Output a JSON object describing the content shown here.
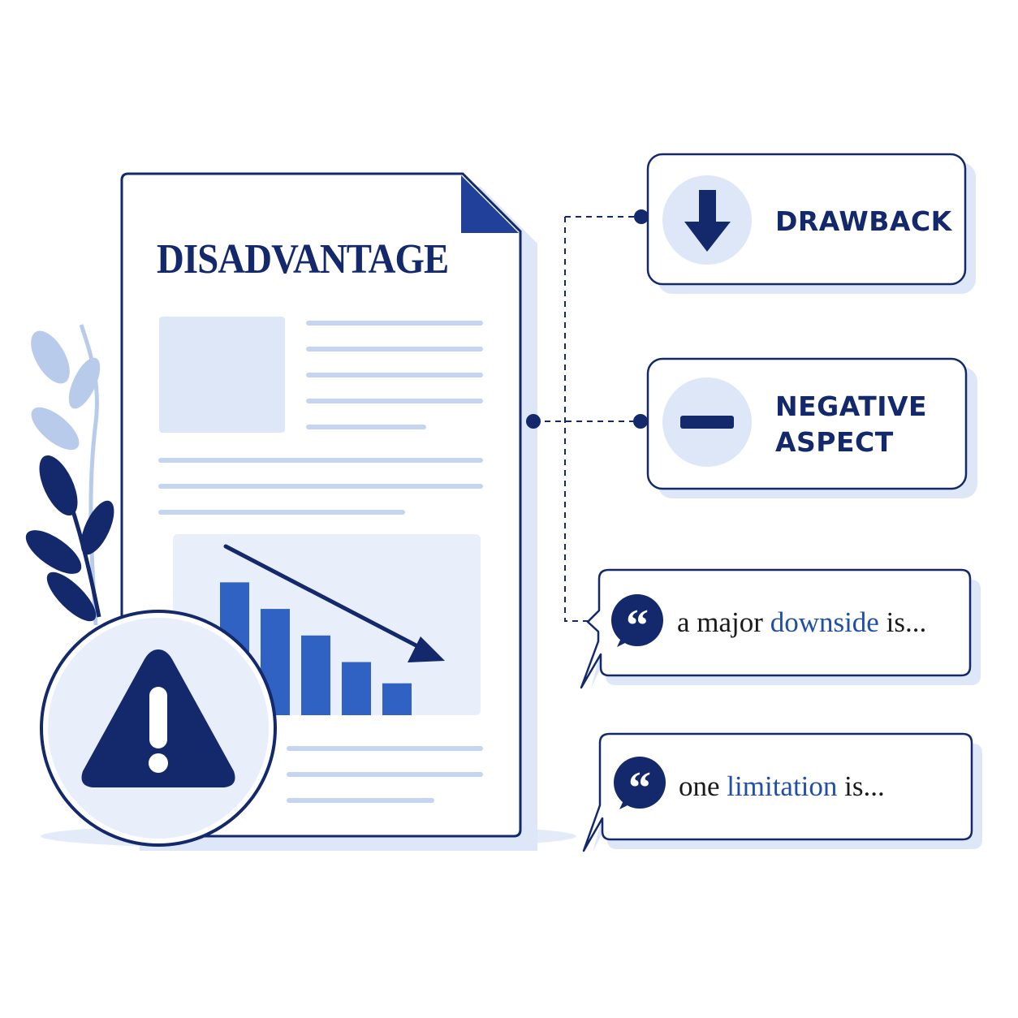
{
  "document": {
    "title": "DISADVANTAGE"
  },
  "chart_data": {
    "type": "bar",
    "categories": [
      "",
      "",
      "",
      "",
      ""
    ],
    "values": [
      5,
      4,
      3,
      2,
      1.2
    ],
    "title": "",
    "xlabel": "",
    "ylabel": "",
    "ylim": [
      0,
      5.5
    ],
    "trend": "down"
  },
  "cards": [
    {
      "icon": "down-arrow-icon",
      "label_lines": [
        "DRAWBACK"
      ]
    },
    {
      "icon": "minus-icon",
      "label_lines": [
        "NEGATIVE",
        "ASPECT"
      ]
    }
  ],
  "bubbles": [
    {
      "icon": "quote-icon",
      "before": "a major ",
      "keyword": "downside",
      "after": " is..."
    },
    {
      "icon": "quote-icon",
      "before": "one ",
      "keyword": "limitation",
      "after": " is..."
    }
  ],
  "colors": {
    "navy": "#13296b",
    "blue": "#2f62c2",
    "light_blue": "#dde7f7",
    "pale_blue": "#e8eefa",
    "keyword": "#1f4fa8"
  }
}
